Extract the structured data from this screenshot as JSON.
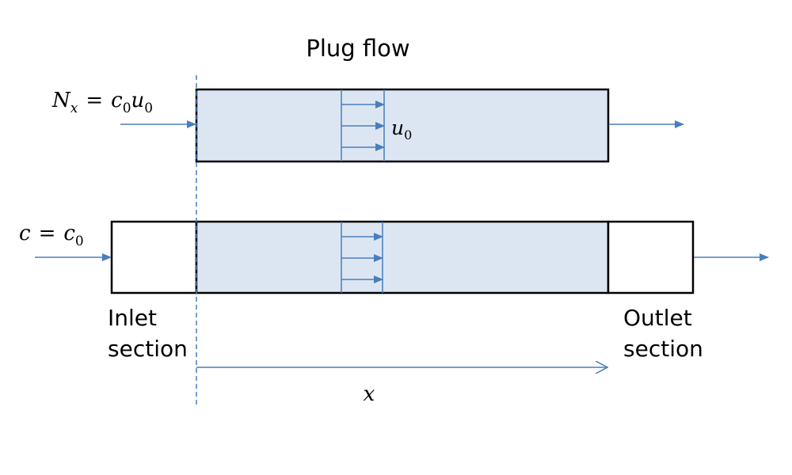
{
  "title": "Plug flow",
  "top_flux": {
    "lhs": "N",
    "lhs_sub": "x",
    "eq": "=",
    "c": "c",
    "c_sub": "0",
    "u": "u",
    "u_sub": "0"
  },
  "velocity": {
    "symbol": "u",
    "sub": "0"
  },
  "bottom_conc": {
    "c": "c",
    "eq": "=",
    "c0": "c",
    "c0_sub": "0"
  },
  "inlet": {
    "line1": "Inlet",
    "line2": "section"
  },
  "outlet": {
    "line1": "Outlet",
    "line2": "section"
  },
  "axis_label": "x",
  "colors": {
    "fill": "#dce6f2",
    "arrow": "#4a7ebb",
    "outline": "#000000"
  }
}
